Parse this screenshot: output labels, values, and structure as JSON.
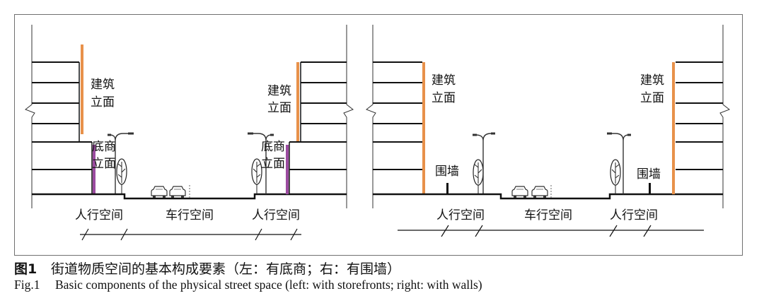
{
  "figure": {
    "left_panel": {
      "left_building_facade": {
        "line1": "建筑",
        "line2": "立面"
      },
      "left_storefront_facade": {
        "line1": "底商",
        "line2": "立面"
      },
      "right_building_facade": {
        "line1": "建筑",
        "line2": "立面"
      },
      "right_storefront_facade": {
        "line1": "底商",
        "line2": "立面"
      },
      "zones": [
        "人行空间",
        "车行空间",
        "人行空间"
      ]
    },
    "right_panel": {
      "left_building_facade": {
        "line1": "建筑",
        "line2": "立面"
      },
      "left_wall": "围墙",
      "right_wall": "围墙",
      "right_building_facade": {
        "line1": "建筑",
        "line2": "立面"
      },
      "zones": [
        "人行空间",
        "车行空间",
        "人行空间"
      ]
    }
  },
  "caption": {
    "zh_label": "图1",
    "zh_text": "街道物质空间的基本构成要素（左：有底商；右：有围墙）",
    "en_label": "Fig.1",
    "en_text": "Basic components of the physical street space (left: with storefronts; right: with walls)"
  },
  "colors": {
    "building_facade": "#E8914A",
    "storefront_facade": "#9B4BA0"
  }
}
